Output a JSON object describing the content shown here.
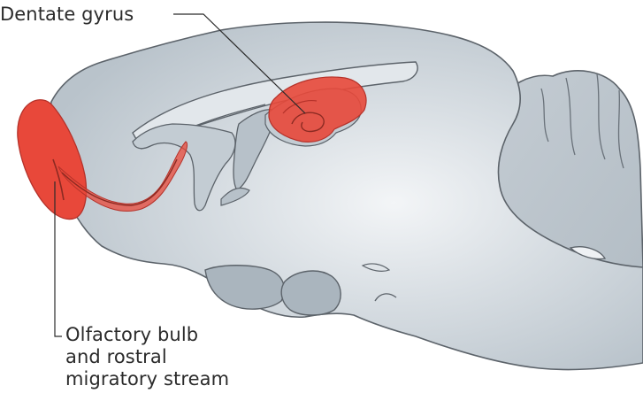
{
  "labels": {
    "dentate_gyrus": "Dentate gyrus",
    "olfactory_line1": "Olfactory bulb",
    "olfactory_line2": "and rostral",
    "olfactory_line3": "migratory stream"
  },
  "colors": {
    "brain_fill": "#c9d1d8",
    "brain_highlight": "#eef1f4",
    "outline": "#5c636a",
    "neurogenic_region": "#e8483a",
    "label_text": "#2b2b2b"
  }
}
